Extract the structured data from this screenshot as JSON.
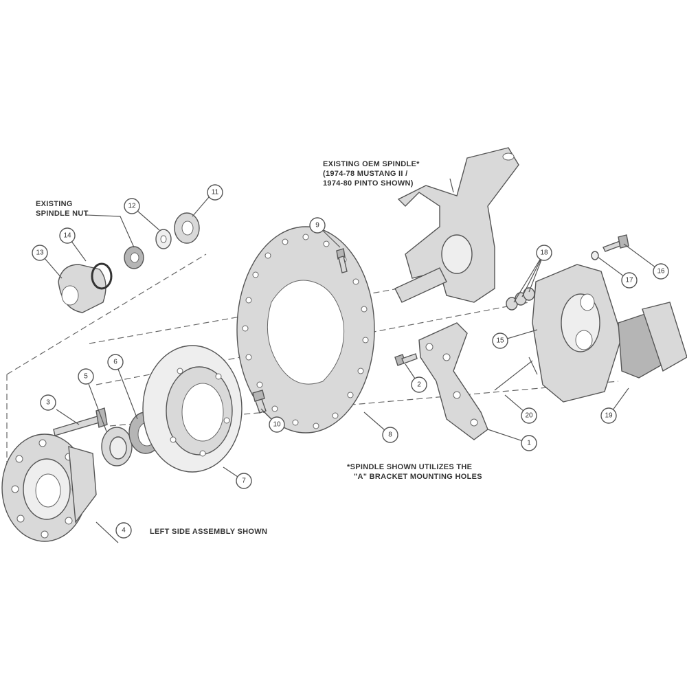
{
  "notes": {
    "spindle_label": [
      "EXISTING OEM SPINDLE*",
      "(1974-78 MUSTANG II /",
      "1974-80 PINTO SHOWN)"
    ],
    "spindle_nut_label": [
      "EXISTING",
      "SPINDLE NUT"
    ],
    "bracket_note": [
      "*SPINDLE SHOWN UTILIZES THE",
      "\"A\" BRACKET MOUNTING HOLES"
    ],
    "assembly_note": "LEFT SIDE ASSEMBLY SHOWN"
  },
  "callouts": {
    "c1": "1",
    "c2": "2",
    "c3": "3",
    "c4": "4",
    "c5": "5",
    "c6": "6",
    "c7": "7",
    "c8": "8",
    "c9": "9",
    "c10": "10",
    "c11": "11",
    "c12": "12",
    "c13": "13",
    "c14": "14",
    "c15": "15",
    "c16": "16",
    "c17": "17",
    "c18": "18",
    "c19": "19",
    "c20": "20"
  },
  "colors": {
    "line": "#555555",
    "part_fill": "#d9d9d9",
    "background": "#ffffff"
  }
}
